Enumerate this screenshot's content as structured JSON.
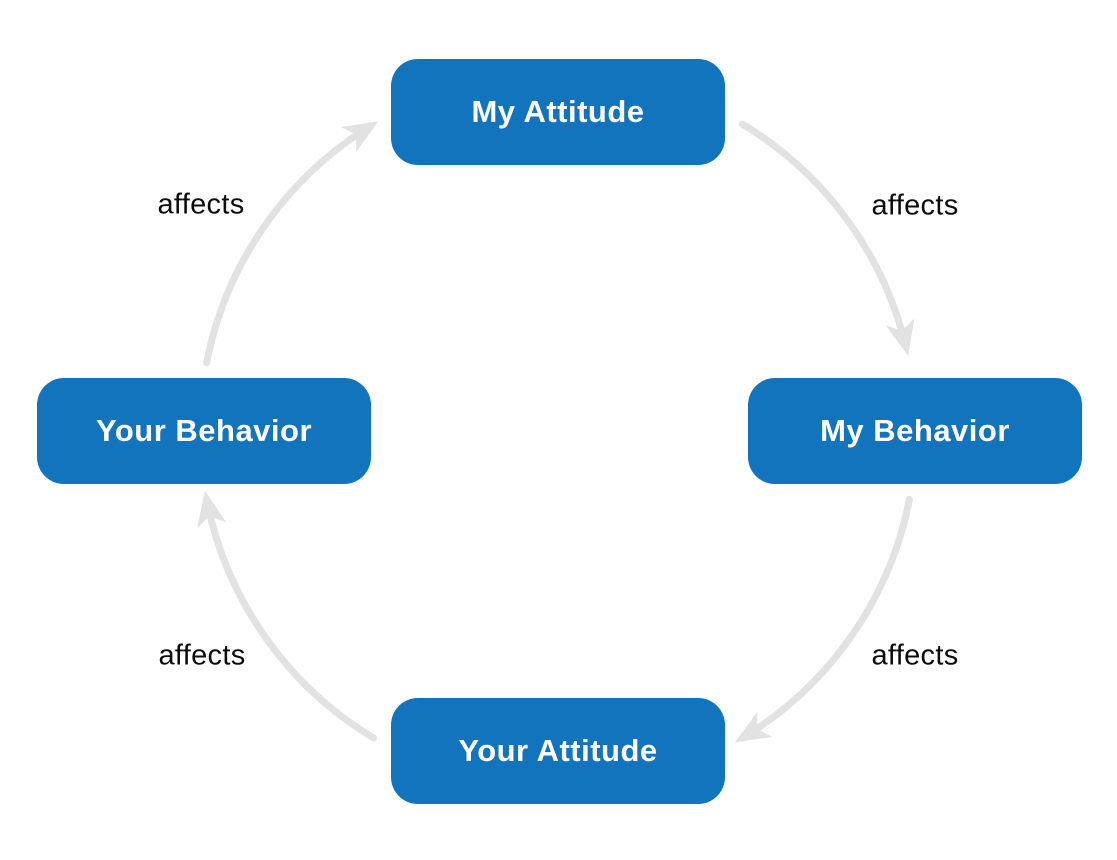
{
  "diagram": {
    "type": "cycle",
    "nodes": [
      {
        "id": "my-attitude",
        "label": "My Attitude",
        "position": "top"
      },
      {
        "id": "my-behavior",
        "label": "My Behavior",
        "position": "right"
      },
      {
        "id": "your-attitude",
        "label": "Your Attitude",
        "position": "bottom"
      },
      {
        "id": "your-behavior",
        "label": "Your Behavior",
        "position": "left"
      }
    ],
    "edges": [
      {
        "from": "my-attitude",
        "to": "my-behavior",
        "label": "affects",
        "label_position": "top-right"
      },
      {
        "from": "my-behavior",
        "to": "your-attitude",
        "label": "affects",
        "label_position": "bottom-right"
      },
      {
        "from": "your-attitude",
        "to": "your-behavior",
        "label": "affects",
        "label_position": "bottom-left"
      },
      {
        "from": "your-behavior",
        "to": "my-attitude",
        "label": "affects",
        "label_position": "top-left"
      }
    ],
    "colors": {
      "node_fill": "#1274BC",
      "node_text": "#FFFFFF",
      "arrow": "#E2E2E2",
      "edge_label_text": "#0B0B0B",
      "background": "#FFFFFF"
    }
  }
}
